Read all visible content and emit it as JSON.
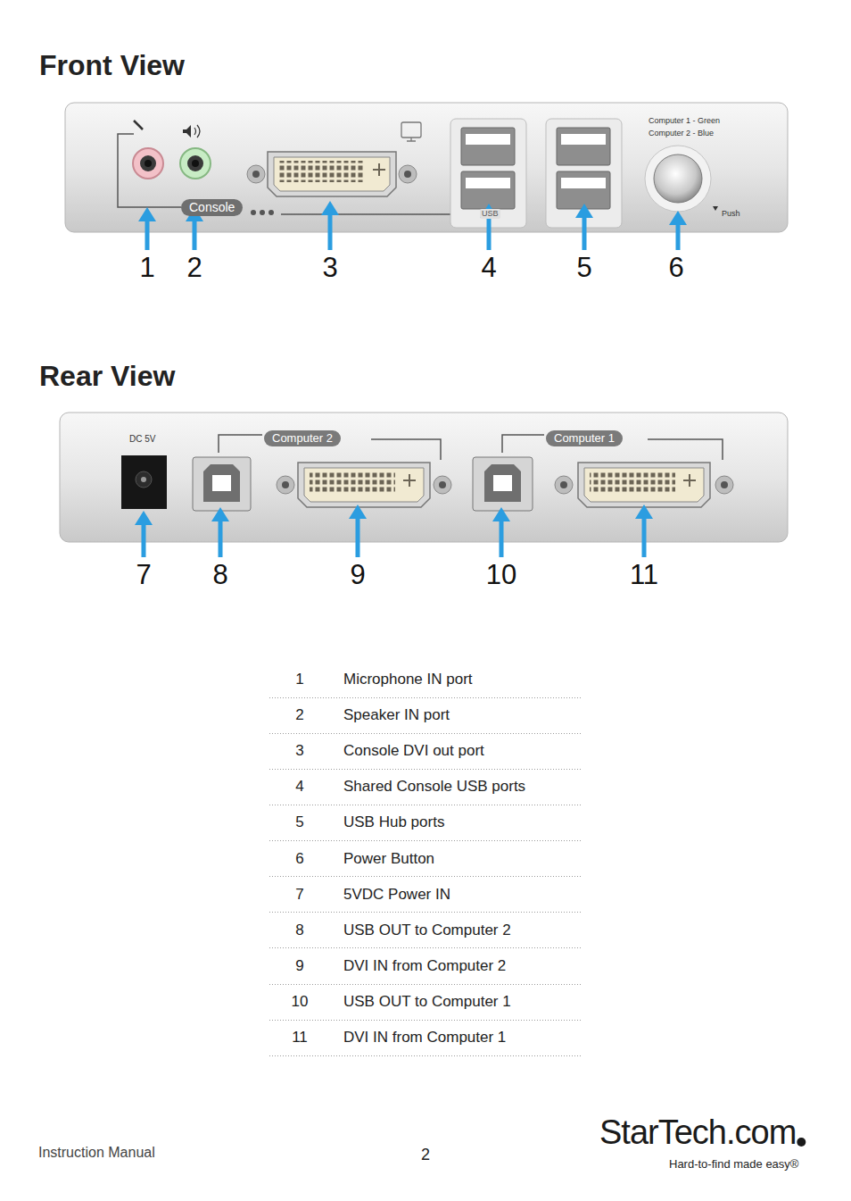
{
  "diagram": {
    "labels": [
      "Front View",
      "Computer 1 - Green",
      "Computer 2 - Blue",
      "Console",
      "USB",
      "Push",
      "1",
      "2",
      "3",
      "4",
      "5",
      "6",
      "Rear View",
      "DC 5V",
      "Computer 2",
      "Computer 1",
      "7",
      "8",
      "9",
      "10",
      "11",
      "1",
      "Microphone IN port",
      "2",
      "Speaker IN port",
      "3",
      "Console DVI out port",
      "4",
      "Shared Console USB ports",
      "5",
      "USB Hub ports",
      "6",
      "Power Button",
      "7",
      "5VDC Power IN",
      "8",
      "USB OUT to Computer 2",
      "9",
      "DVI IN from Computer 2",
      "10",
      "USB OUT to Computer 1",
      "11",
      "DVI IN from Computer 1",
      "Instruction Manual",
      "2",
      "StarTech.com",
      "Hard-to-find made easy®"
    ]
  }
}
